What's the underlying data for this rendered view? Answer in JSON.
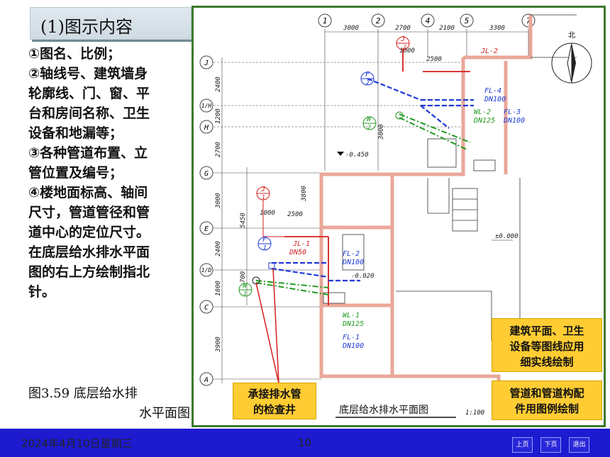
{
  "section_title": "(1)图示内容",
  "description_lines": [
    "①图名、比例；",
    "②轴线号、建筑墙身",
    "轮廓线、门、窗、平",
    "台和房间名称、卫生",
    "设备和地漏等；",
    "③各种管道布置、立",
    "管位置及编号；",
    "④楼地面标高、轴间",
    "尺寸，管道管径和管",
    "道中心的定位尺寸。",
    "在底层给水排水平面",
    "图的右上方绘制指北",
    "针。"
  ],
  "caption": {
    "line1": "图3.59 底层给水排",
    "line2": "水平面图"
  },
  "drawing": {
    "title": "底层给水排水平面图",
    "scale": "1:100",
    "north": "北",
    "top_axes": [
      "1",
      "2",
      "4",
      "5",
      "7"
    ],
    "top_dims": [
      "3000",
      "2700",
      "2100",
      "3300"
    ],
    "left_axes": [
      "J",
      "1/H",
      "H",
      "G",
      "E",
      "1/D",
      "C",
      "A"
    ],
    "left_dims": [
      "2400",
      "1200",
      "2700",
      "3000",
      "2400",
      "1800",
      "3900"
    ],
    "extra_dims": [
      "5450",
      "3800",
      "3000",
      "1000",
      "2500",
      "1000",
      "2500",
      "700"
    ],
    "elevations": [
      "-0.450",
      "±0.000",
      "-0.020"
    ],
    "labels": {
      "jl2": "JL-2",
      "jl1": "JL-1",
      "dn50": "DN50",
      "fl4": "FL-4",
      "fl4dn": "DN100",
      "wl2": "WL-2",
      "wl2dn": "DN125",
      "fl3": "FL-3",
      "fl3dn": "DN100",
      "fl2": "FL-2",
      "fl2dn": "DN100",
      "wl1": "WL-1",
      "wl1dn": "DN125",
      "fl1": "FL-1",
      "fl1dn": "DN100",
      "j": "J",
      "f": "F",
      "w": "W",
      "n1": "1",
      "n2": "2"
    }
  },
  "callouts": {
    "inspection_well": "承接排水管\n的检查井",
    "building_lines": "建筑平面、卫生\n设备等图线应用\n细实线绘制",
    "pipe_legend": "管道和管道构配\n件用图例绘制"
  },
  "footer": {
    "date": "2024年4月10日星期三",
    "page": "10",
    "prev": "上页",
    "next": "下页",
    "exit": "退出"
  },
  "colors": {
    "frame": "#3e7a2e",
    "wall": "#e9a79a",
    "water_supply": "#d41e1e",
    "waste": "#1f3ad6",
    "sewage": "#239a23",
    "callout": "#ffcc33",
    "footer": "#1d1ad0"
  }
}
